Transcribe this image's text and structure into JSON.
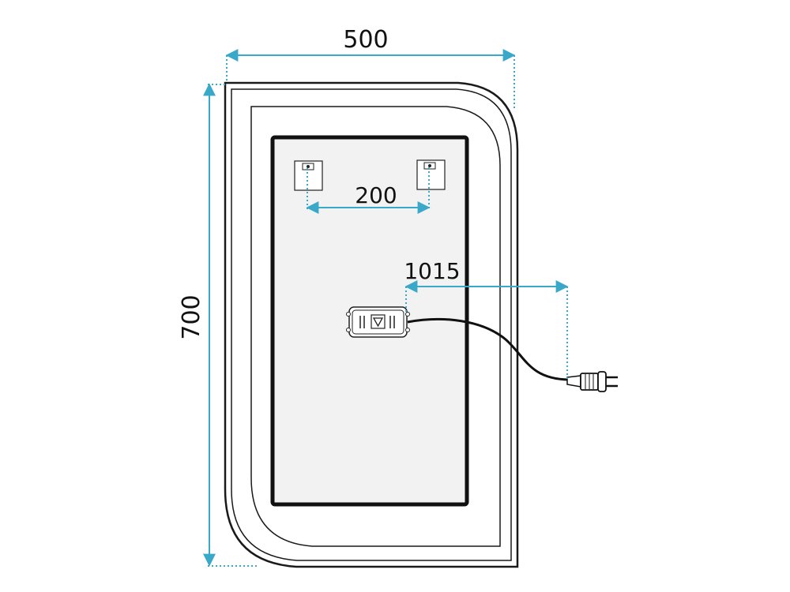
{
  "dimensions": {
    "width": "500",
    "height": "700",
    "hanger_spacing": "200",
    "cable_length": "1015"
  },
  "colors": {
    "dimension_line": "#3aa9c9",
    "outline": "#1a1a1a",
    "panel_border": "#111111",
    "panel_fill": "#f2f2f2"
  },
  "icons": {
    "hanger": "hanger-bracket-icon",
    "switch_box": "control-box-icon",
    "plug": "power-plug-icon"
  }
}
